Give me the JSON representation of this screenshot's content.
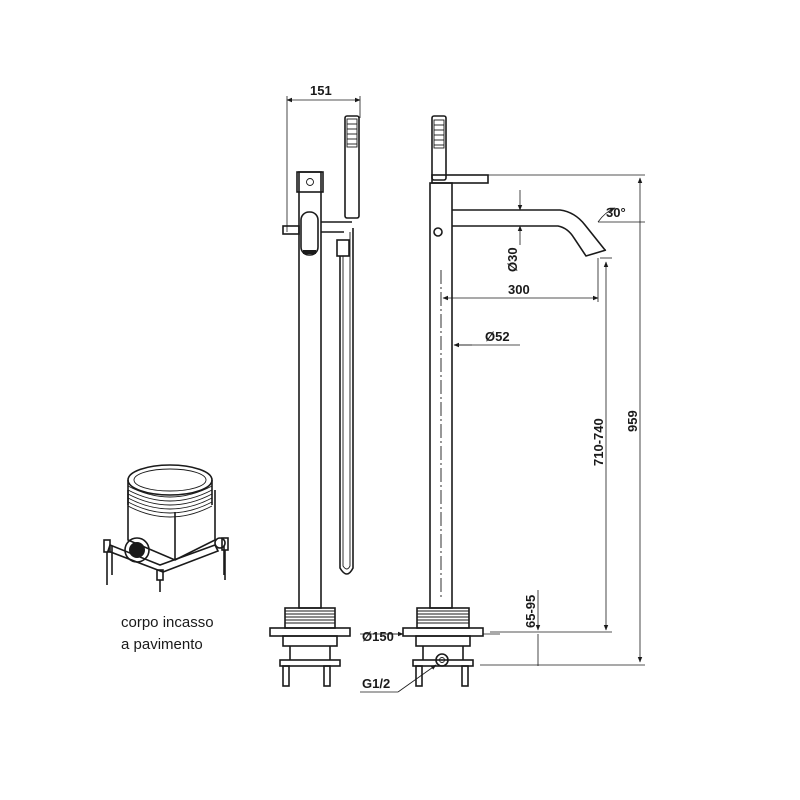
{
  "dimensions": {
    "width_151": "151",
    "angle": "30°",
    "dia_30": "Ø30",
    "length_300": "300",
    "dia_52": "Ø52",
    "height_range": "710-740",
    "height_total": "959",
    "base_range": "65-95",
    "dia_150": "Ø150",
    "thread": "G1/2"
  },
  "caption": {
    "line1": "corpo incasso",
    "line2": "a pavimento"
  }
}
